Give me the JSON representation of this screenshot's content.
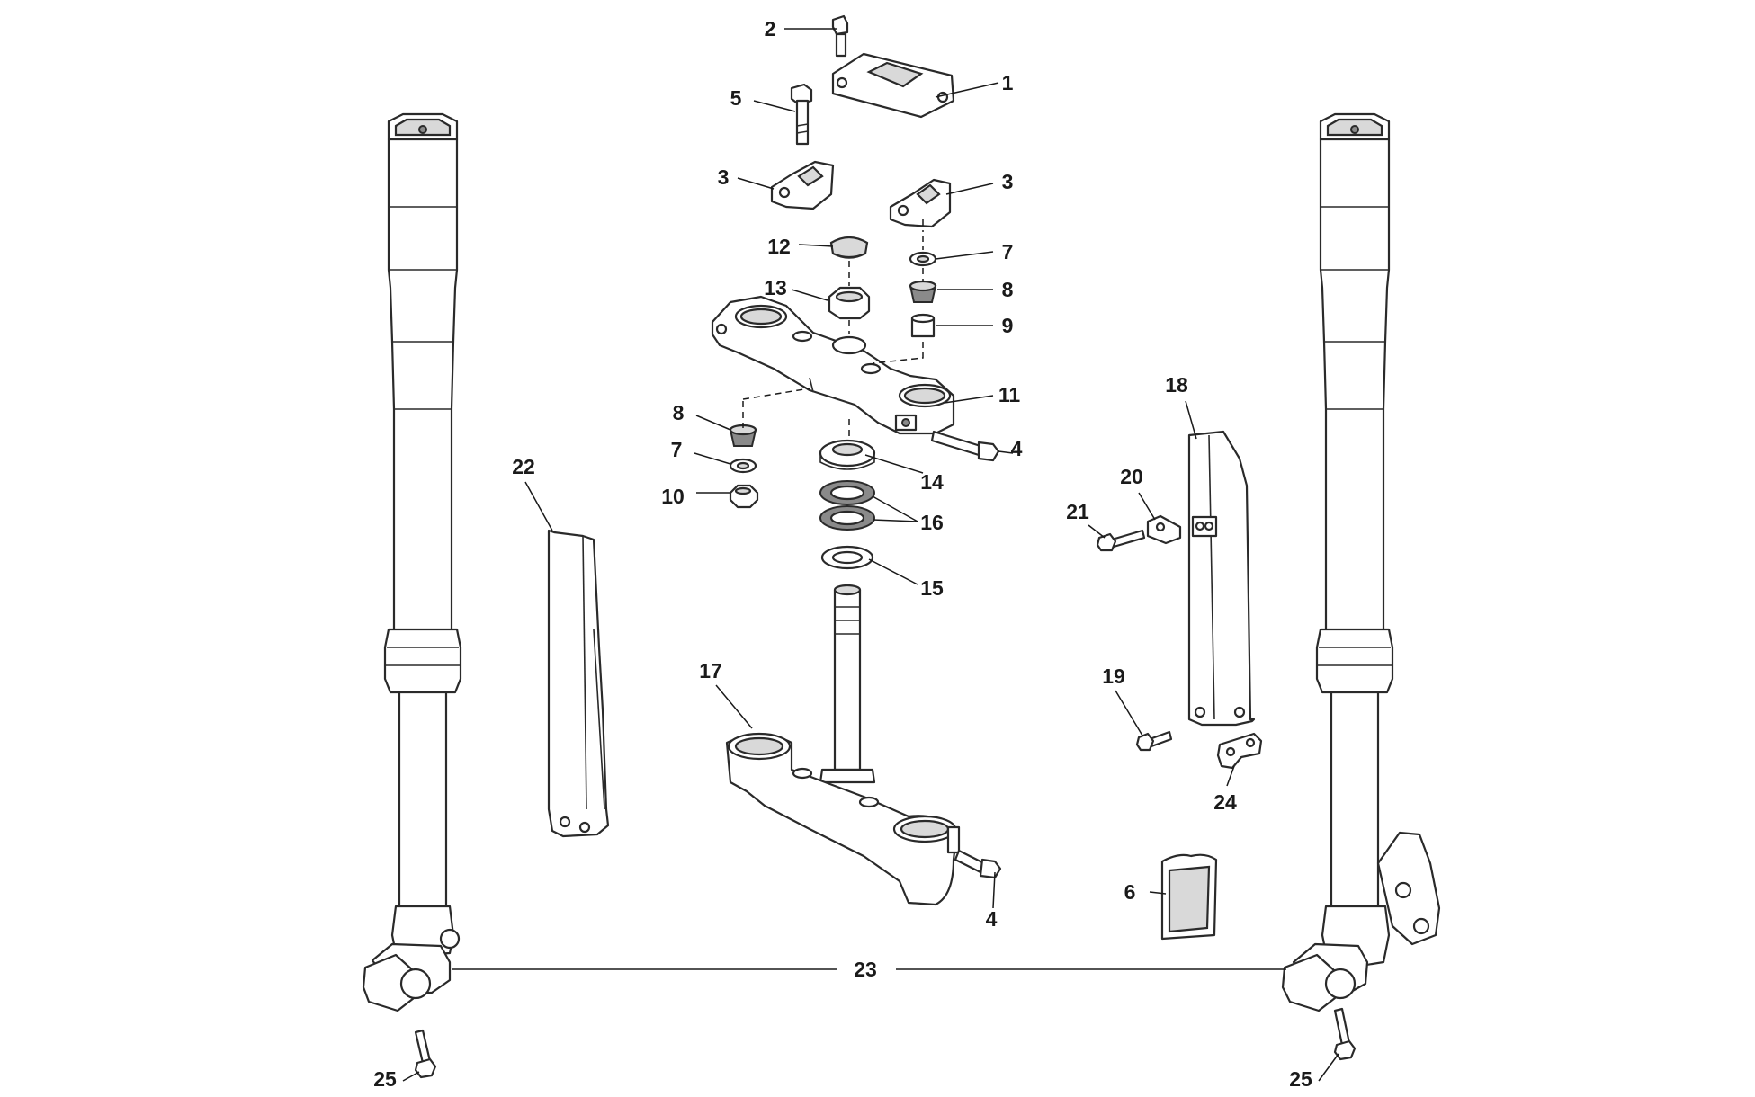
{
  "callouts": [
    {
      "id": "c1",
      "text": "1"
    },
    {
      "id": "c2",
      "text": "2"
    },
    {
      "id": "c3a",
      "text": "3"
    },
    {
      "id": "c3b",
      "text": "3"
    },
    {
      "id": "c4a",
      "text": "4"
    },
    {
      "id": "c4b",
      "text": "4"
    },
    {
      "id": "c5",
      "text": "5"
    },
    {
      "id": "c6",
      "text": "6"
    },
    {
      "id": "c7a",
      "text": "7"
    },
    {
      "id": "c7b",
      "text": "7"
    },
    {
      "id": "c8a",
      "text": "8"
    },
    {
      "id": "c8b",
      "text": "8"
    },
    {
      "id": "c9",
      "text": "9"
    },
    {
      "id": "c10",
      "text": "10"
    },
    {
      "id": "c11",
      "text": "11"
    },
    {
      "id": "c12",
      "text": "12"
    },
    {
      "id": "c13",
      "text": "13"
    },
    {
      "id": "c14",
      "text": "14"
    },
    {
      "id": "c15",
      "text": "15"
    },
    {
      "id": "c16",
      "text": "16"
    },
    {
      "id": "c17",
      "text": "17"
    },
    {
      "id": "c18",
      "text": "18"
    },
    {
      "id": "c19",
      "text": "19"
    },
    {
      "id": "c20",
      "text": "20"
    },
    {
      "id": "c21",
      "text": "21"
    },
    {
      "id": "c22",
      "text": "22"
    },
    {
      "id": "c23",
      "text": "23"
    },
    {
      "id": "c24",
      "text": "24"
    },
    {
      "id": "c25a",
      "text": "25"
    },
    {
      "id": "c25b",
      "text": "25"
    }
  ]
}
